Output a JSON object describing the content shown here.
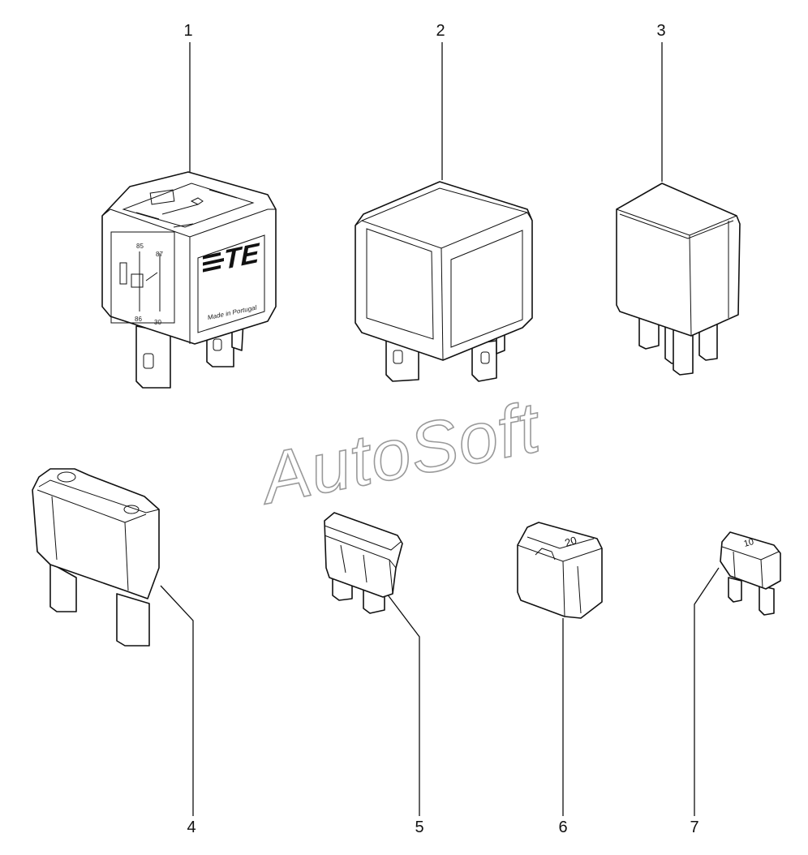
{
  "diagram": {
    "watermark": "AutoSoft",
    "callouts": [
      "1",
      "2",
      "3",
      "4",
      "5",
      "6",
      "7"
    ],
    "relay_1": {
      "brand": "TE",
      "made_in": "Made in Portugal",
      "pin_labels": [
        "85",
        "87",
        "86",
        "30"
      ]
    },
    "fuse_6_rating": "20",
    "fuse_7_rating": "10"
  }
}
